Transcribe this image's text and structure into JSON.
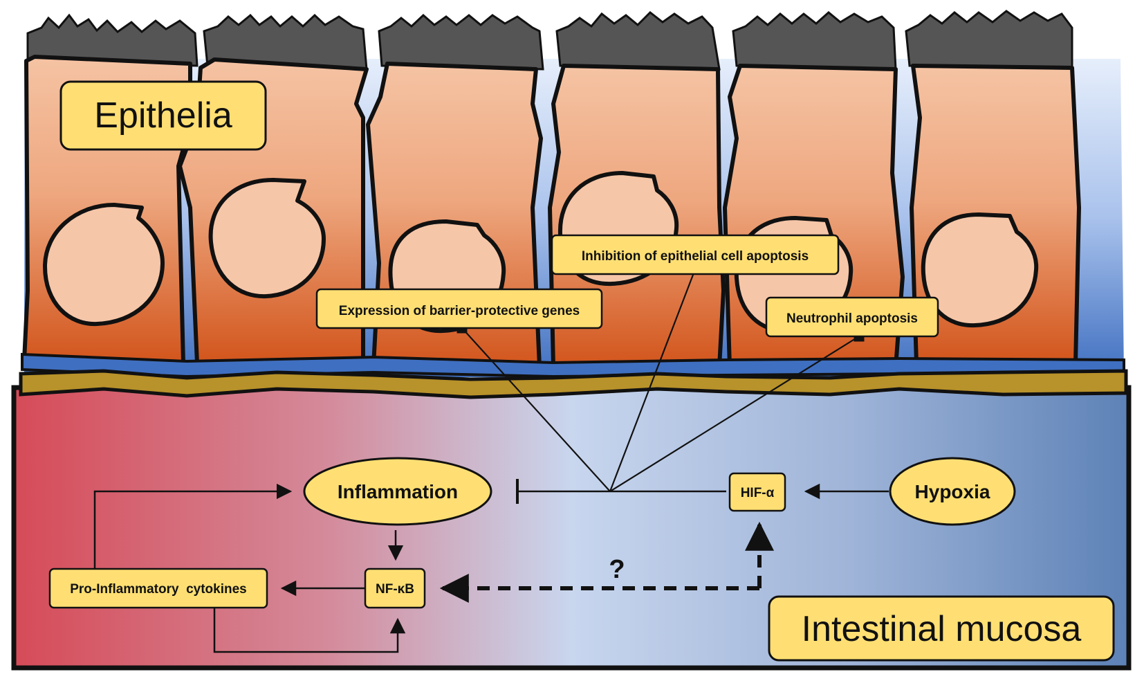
{
  "labels": {
    "epithelia": "Epithelia",
    "mucosa": "Intestinal mucosa",
    "inflammation": "Inflammation",
    "hypoxia": "Hypoxia",
    "hif": "HIF-α",
    "nfkb": "NF-κB",
    "cytokines": "Pro-Inflammatory  cytokines",
    "barrier": "Expression  of barrier-protective  genes",
    "inhibition": "Inhibition  of epithelial  cell apoptosis",
    "neutrophil": "Neutrophil apoptosis",
    "question": "?"
  },
  "colors": {
    "box_fill": "#ffdf73",
    "cell_top": "#f5c3a3",
    "cell_bottom": "#d2551c",
    "mucosa_left": "#d64b58",
    "mucosa_mid": "#c8d6ee",
    "mucosa_right": "#5d82b7",
    "basement": "#b8922a",
    "interstitial": "#3f6fc0",
    "cilia": "#555555"
  }
}
